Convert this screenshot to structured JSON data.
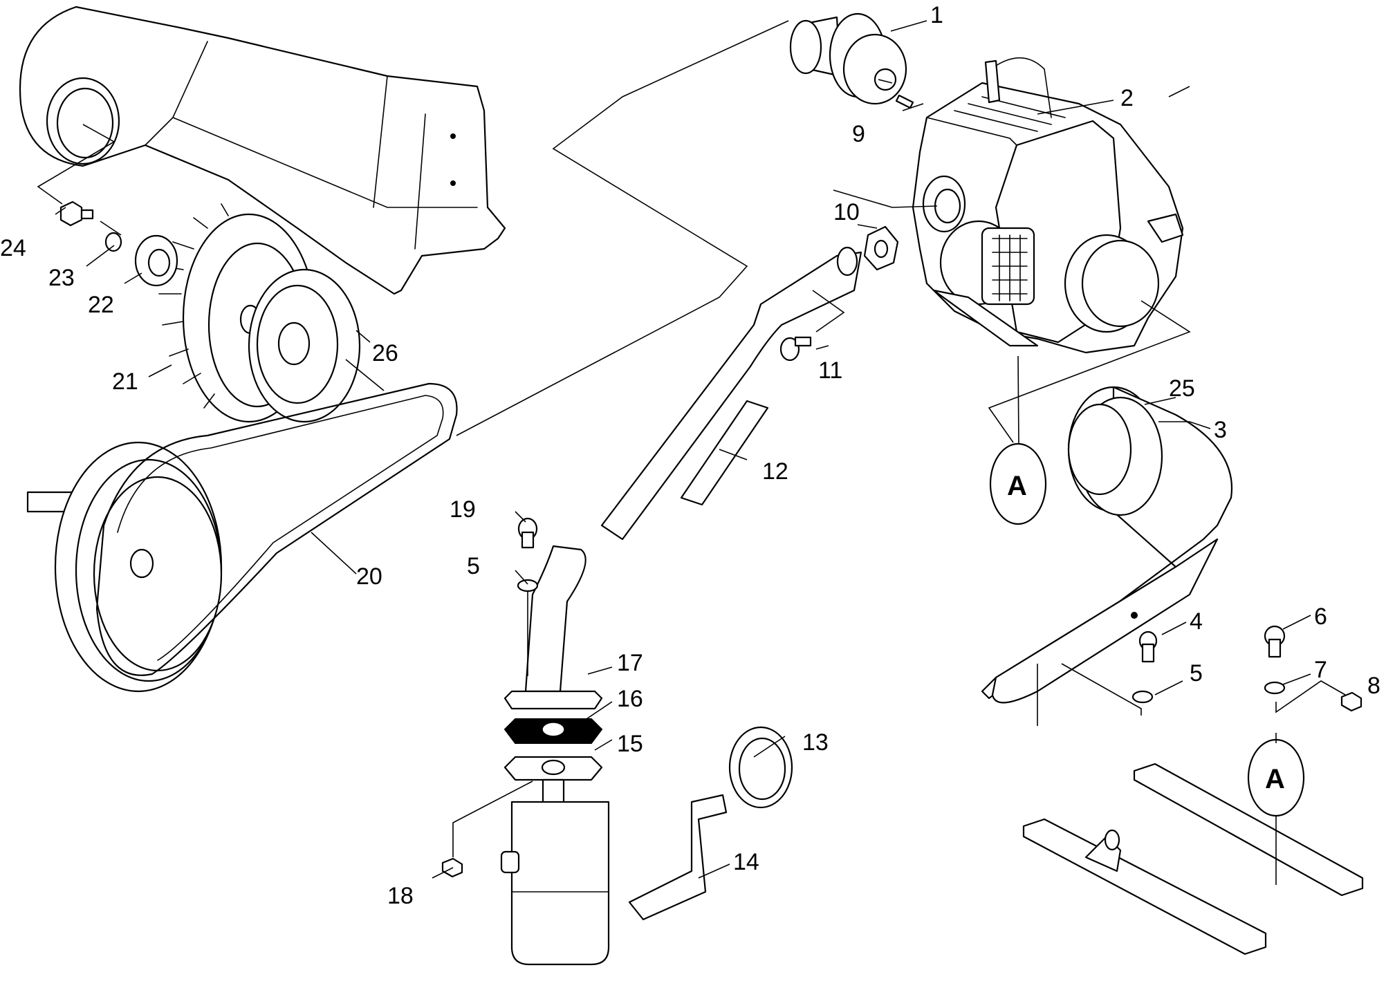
{
  "labels": {
    "l1": "1",
    "l2": "2",
    "l3": "3",
    "l4": "4",
    "l5a": "5",
    "l5b": "5",
    "l6": "6",
    "l7": "7",
    "l8": "8",
    "l9": "9",
    "l10": "10",
    "l11": "11",
    "l12": "12",
    "l13": "13",
    "l14": "14",
    "l15": "15",
    "l16": "16",
    "l17": "17",
    "l18": "18",
    "l19": "19",
    "l20": "20",
    "l21": "21",
    "l22": "22",
    "l23": "23",
    "l24": "24",
    "l25": "25",
    "l26": "26"
  },
  "reference": {
    "a1": "A",
    "a2": "A"
  }
}
